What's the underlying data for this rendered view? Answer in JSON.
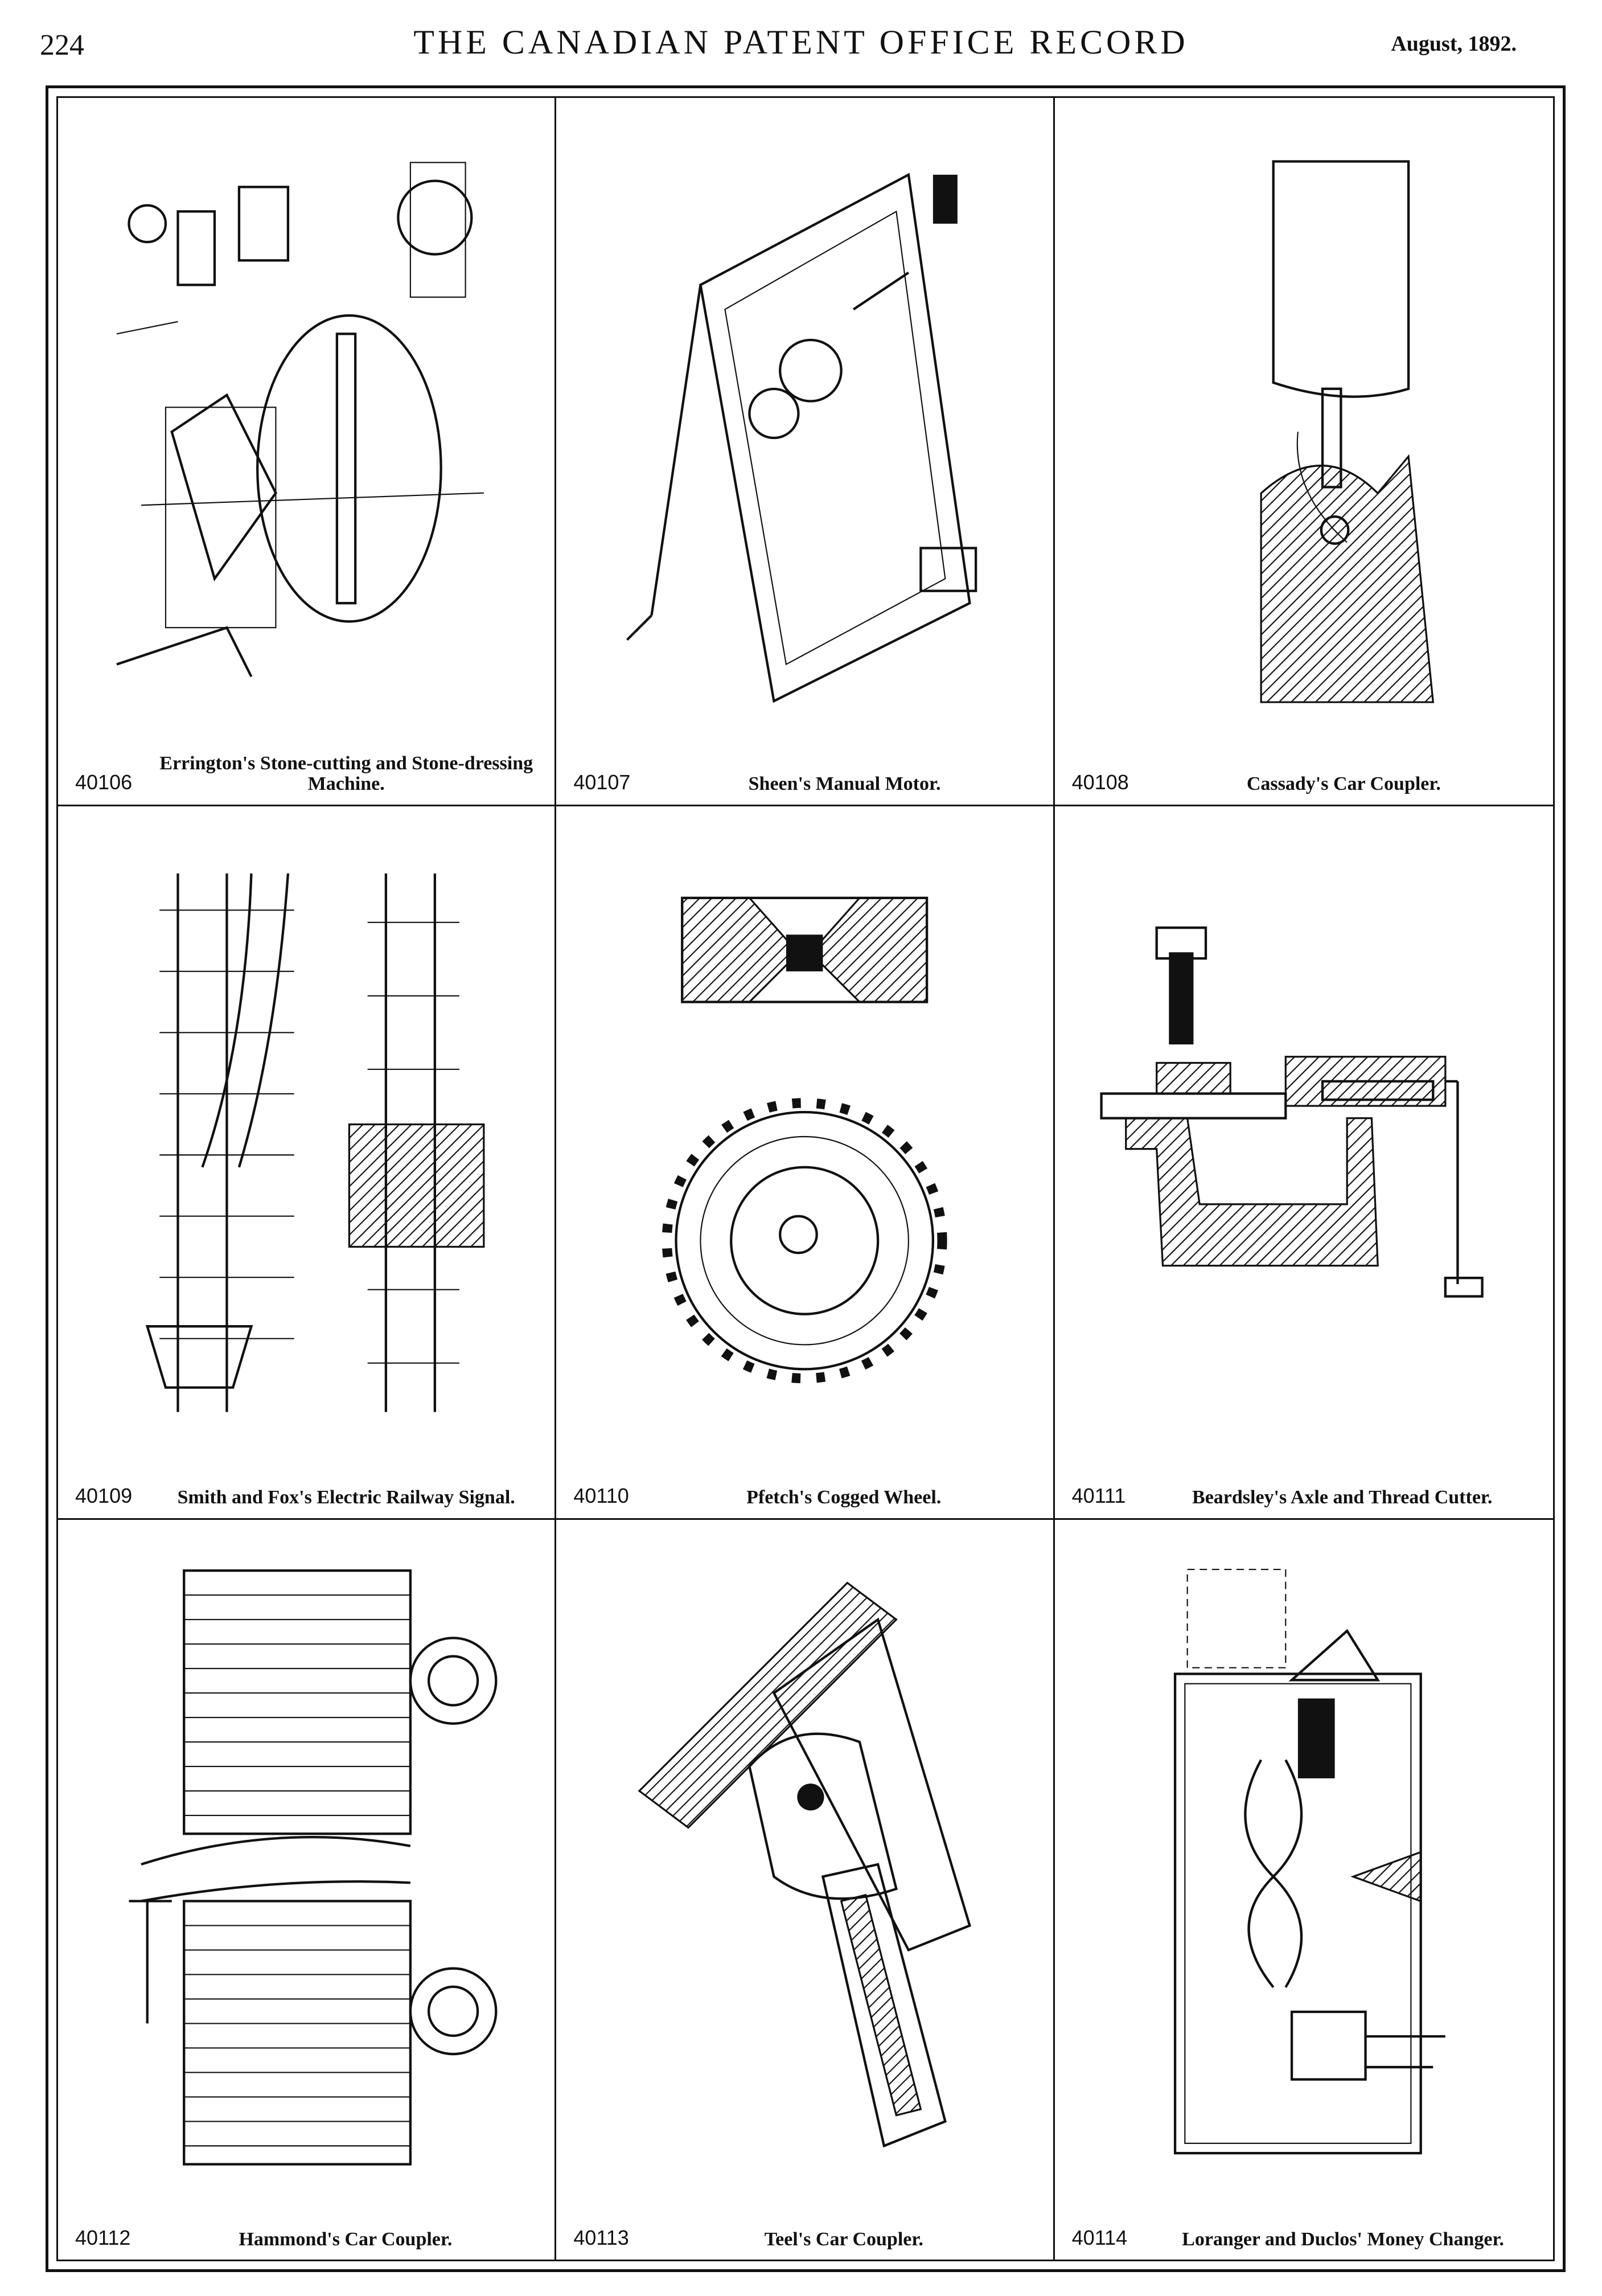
{
  "header": {
    "page_number": "224",
    "journal_title": "THE CANADIAN PATENT OFFICE RECORD",
    "issue_date": "August, 1892."
  },
  "patents": [
    {
      "number": "40106",
      "title": "Errington's Stone-cutting and Stone-dressing Machine."
    },
    {
      "number": "40107",
      "title": "Sheen's Manual Motor."
    },
    {
      "number": "40108",
      "title": "Cassady's Car Coupler."
    },
    {
      "number": "40109",
      "title": "Smith and Fox's Electric Railway Signal."
    },
    {
      "number": "40110",
      "title": "Pfetch's Cogged Wheel."
    },
    {
      "number": "40111",
      "title": "Beardsley's Axle and Thread Cutter."
    },
    {
      "number": "40112",
      "title": "Hammond's Car Coupler."
    },
    {
      "number": "40113",
      "title": "Teel's Car Coupler."
    },
    {
      "number": "40114",
      "title": "Loranger and Duclos' Money Changer."
    }
  ]
}
